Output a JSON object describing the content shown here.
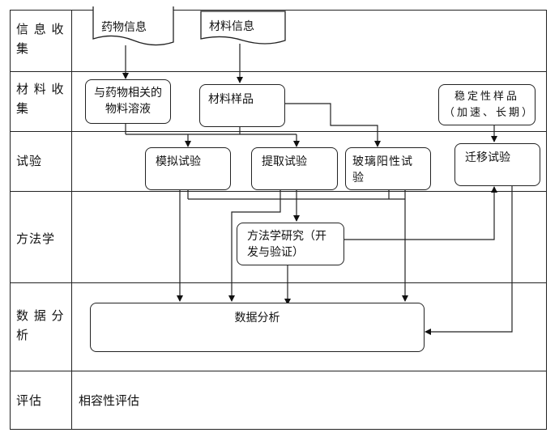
{
  "rows": [
    {
      "label": "信 息 收 集"
    },
    {
      "label": "材 料 收 集"
    },
    {
      "label": "试验"
    },
    {
      "label": "方法学"
    },
    {
      "label": "数 据 分 析"
    },
    {
      "label": "评估"
    }
  ],
  "docs": {
    "drug_info": "药物信息",
    "material_info": "材料信息"
  },
  "boxes": {
    "drug_material_solution": "与药物相关的物料溶液",
    "material_sample": "材料样品",
    "stability_sample": "稳定性样品（加速、长期）",
    "simulation_test": "模拟试验",
    "extraction_test": "提取试验",
    "glass_positive_test": "玻璃阳性试验",
    "migration_test": "迁移试验",
    "methodology_study": "方法学研究（开发与验证）",
    "data_analysis": "数据分析"
  },
  "evaluation": "相容性评估"
}
